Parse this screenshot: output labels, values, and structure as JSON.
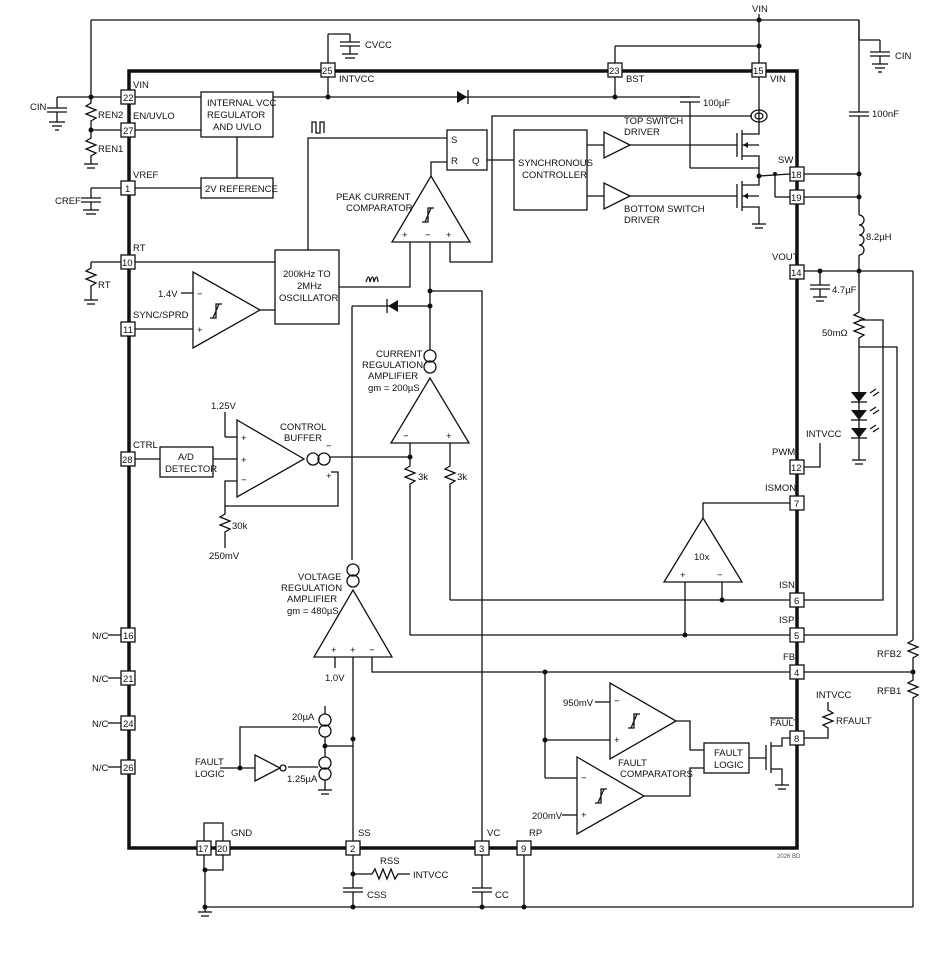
{
  "pins": [
    {
      "number": "22",
      "name": "VIN"
    },
    {
      "number": "27",
      "name": "EN/UVLO"
    },
    {
      "number": "1",
      "name": "VREF"
    },
    {
      "number": "10",
      "name": "RT"
    },
    {
      "number": "11",
      "name": "SYNC/SPRD"
    },
    {
      "number": "28",
      "name": "CTRL"
    },
    {
      "number": "16",
      "name": "N/C"
    },
    {
      "number": "21",
      "name": "N/C"
    },
    {
      "number": "24",
      "name": "N/C"
    },
    {
      "number": "26",
      "name": "N/C"
    },
    {
      "number": "25",
      "name": "INTVCC"
    },
    {
      "number": "23",
      "name": "BST"
    },
    {
      "number": "15",
      "name": "VIN"
    },
    {
      "number": "18",
      "name": "SW"
    },
    {
      "number": "19",
      "name": ""
    },
    {
      "number": "14",
      "name": "VOUT"
    },
    {
      "number": "12",
      "name": "PWM"
    },
    {
      "number": "7",
      "name": "ISMON"
    },
    {
      "number": "6",
      "name": "ISN"
    },
    {
      "number": "5",
      "name": "ISP"
    },
    {
      "number": "4",
      "name": "FB"
    },
    {
      "number": "8",
      "name": "FAULT"
    },
    {
      "number": "17",
      "name": ""
    },
    {
      "number": "20",
      "name": "GND"
    },
    {
      "number": "2",
      "name": "SS"
    },
    {
      "number": "3",
      "name": "VC"
    },
    {
      "number": "9",
      "name": "RP"
    }
  ],
  "blocks": {
    "regulator": [
      "INTERNAL VCC",
      "REGULATOR",
      "AND UVLO"
    ],
    "reference": "2V REFERENCE",
    "oscillator": [
      "200kHz TO",
      "2MHz",
      "OSCILLATOR"
    ],
    "sync_controller": [
      "SYNCHRONOUS",
      "CONTROLLER"
    ],
    "top_driver": [
      "TOP SWITCH",
      "DRIVER"
    ],
    "bottom_driver": [
      "BOTTOM SWITCH",
      "DRIVER"
    ],
    "peak_comparator": [
      "PEAK CURRENT",
      "COMPARATOR"
    ],
    "current_amp": [
      "CURRENT",
      "REGULATION",
      "AMPLIFIER",
      "gm = 200µS"
    ],
    "voltage_amp": [
      "VOLTAGE",
      "REGULATION",
      "AMPLIFIER",
      "gm = 480µS"
    ],
    "control_buffer": [
      "CONTROL",
      "BUFFER"
    ],
    "ad_detector": [
      "A/D",
      "DETECTOR"
    ],
    "fault_logic_block": [
      "FAULT",
      "LOGIC"
    ],
    "fault_logic_input": [
      "FAULT",
      "LOGIC"
    ],
    "fault_comparators": [
      "FAULT",
      "COMPARATORS"
    ],
    "ismon_amp": "10x",
    "latch_s": "S",
    "latch_r": "R",
    "latch_q": "Q"
  },
  "labels": {
    "vin_top": "VIN",
    "cvcc": "CVCC",
    "cin_left": "CIN",
    "cin_right": "CIN",
    "ren2": "REN2",
    "ren1": "REN1",
    "cref": "CREF",
    "rt": "RT",
    "v14": "1.4V",
    "v125": "1.25V",
    "r3k_left": "3k",
    "r3k_right": "3k",
    "r30k": "30k",
    "v250m": "250mV",
    "v10": "1.0V",
    "i20u": "20µA",
    "i125u": "1.25µA",
    "v950m": "950mV",
    "v200m": "200mV",
    "c100u": "100µF",
    "c100n": "100nF",
    "l82": "8.2µH",
    "c47": "4.7µF",
    "r50m": "50mΩ",
    "intvcc_pwm": "INTVCC",
    "intvcc_fault": "INTVCC",
    "intvcc_ss": "INTVCC",
    "rfault": "RFAULT",
    "rfb2": "RFB2",
    "rfb1": "RFB1",
    "rss": "RSS",
    "css": "CSS",
    "cc": "CC",
    "figure_code": "2026 BD"
  },
  "colors": {
    "ink": "#111111",
    "background": "#ffffff"
  }
}
